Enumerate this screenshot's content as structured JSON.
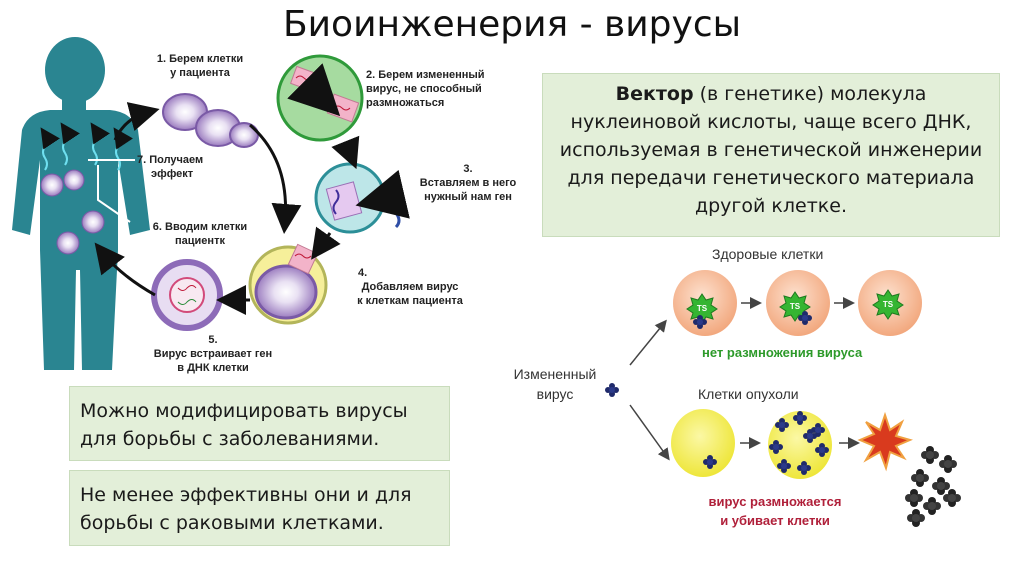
{
  "title": "Биоинженерия - вирусы",
  "process": {
    "step1": [
      "1. Берем клетки",
      "у пациента"
    ],
    "step2": [
      "2. Берем измененный",
      "вирус, не способный",
      "размножаться"
    ],
    "step3": [
      "3.",
      "Вставляем в него",
      "нужный нам ген"
    ],
    "step4": [
      "4.",
      "Добавляем вирус",
      "к клеткам пациента"
    ],
    "step5": [
      "5.",
      "Вирус встраивает ген",
      "в ДНК клетки"
    ],
    "step6": [
      "6. Вводим клетки",
      "пациентк"
    ],
    "step7": [
      "7. Получаем",
      "эффект"
    ]
  },
  "definition": {
    "term": "Вектор",
    "text_after_term": " (в генетике)  молекула нуклеиновой кислоты, чаще всего ДНК, используемая в генетической инженерии для передачи генетического материала другой клетке."
  },
  "notes": [
    "Можно модифицировать вирусы для борьбы с заболеваниями.",
    "Не менее эффективны они и для борьбы с раковыми клетками."
  ],
  "oncolytic": {
    "healthy_label": "Здоровые клетки",
    "modified_virus_label": [
      "Измененный",
      "вирус"
    ],
    "no_replication": "нет размножения вируса",
    "tumor_label": "Клетки опухоли",
    "kills": [
      "вирус размножается",
      "и убивает клетки"
    ],
    "ts_label": "TS"
  },
  "colors": {
    "green_box": "#e3efd9",
    "silhouette": "#2a8591",
    "cell_purple": "#a98ac9",
    "healthy_cell": "#f2b48e",
    "tumor_cell": "#f4ef4a",
    "virus": "#1f2a6b",
    "ts_star": "#35b532",
    "green_text": "#2d9a2a",
    "red_text": "#b0203a"
  }
}
